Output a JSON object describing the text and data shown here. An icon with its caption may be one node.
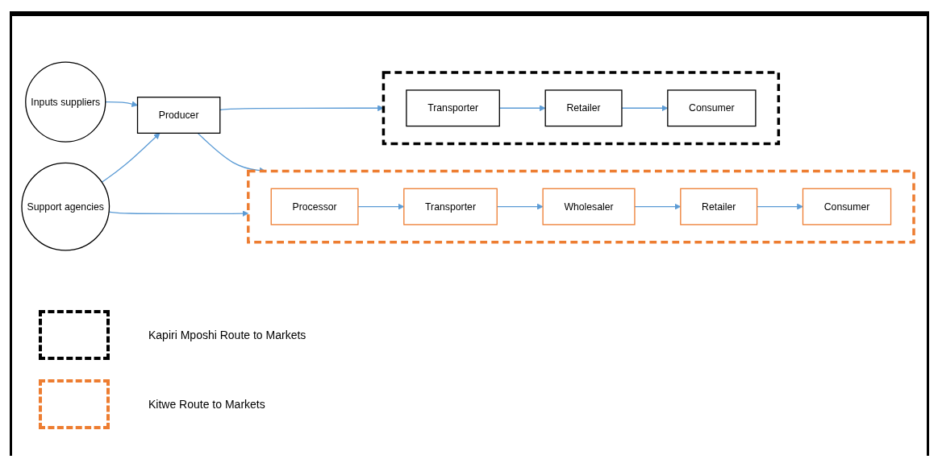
{
  "diagram": {
    "nodes": [
      {
        "text": [
          "Inputs suppliers"
        ]
      },
      {
        "text": [
          "Support agencies"
        ]
      },
      {
        "text": [
          "Producer"
        ]
      },
      {
        "text": [],
        "shape": "box"
      },
      {
        "text": [
          "Transporter"
        ],
        "in": 3
      },
      {
        "text": [
          "Retailer"
        ],
        "in": 3
      },
      {
        "text": [
          "Consumer"
        ],
        "in": 3
      },
      {
        "text": [],
        "shape": "box"
      },
      {
        "text": [
          "Processor"
        ],
        "in": 7
      },
      {
        "text": [
          "Transporter"
        ],
        "in": 7
      },
      {
        "text": [
          "Wholesaler"
        ],
        "in": 7
      },
      {
        "text": [
          "Retailer"
        ],
        "in": 7
      },
      {
        "text": [
          "Consumer"
        ],
        "in": 7
      }
    ],
    "edges": [
      {
        "from": 0,
        "to": 2,
        "arrow": "to"
      },
      {
        "from": 1,
        "to": 2,
        "arrow": "to"
      },
      {
        "from": 2,
        "to": 3,
        "arrow": "to"
      },
      {
        "from": 2,
        "to": 7,
        "arrow": "to"
      },
      {
        "from": 1,
        "to": 7,
        "arrow": "to"
      },
      {
        "from": 4,
        "to": 5,
        "arrow": "to"
      },
      {
        "from": 5,
        "to": 6,
        "arrow": "to"
      },
      {
        "from": 8,
        "to": 9,
        "arrow": "to"
      },
      {
        "from": 9,
        "to": 10,
        "arrow": "to"
      },
      {
        "from": 10,
        "to": 11,
        "arrow": "to"
      },
      {
        "from": 11,
        "to": 12,
        "arrow": "to"
      }
    ],
    "legend": [
      {
        "text": "Kapiri Mposhi Route to Markets"
      },
      {
        "text": "Kitwe Route to Markets"
      }
    ]
  }
}
